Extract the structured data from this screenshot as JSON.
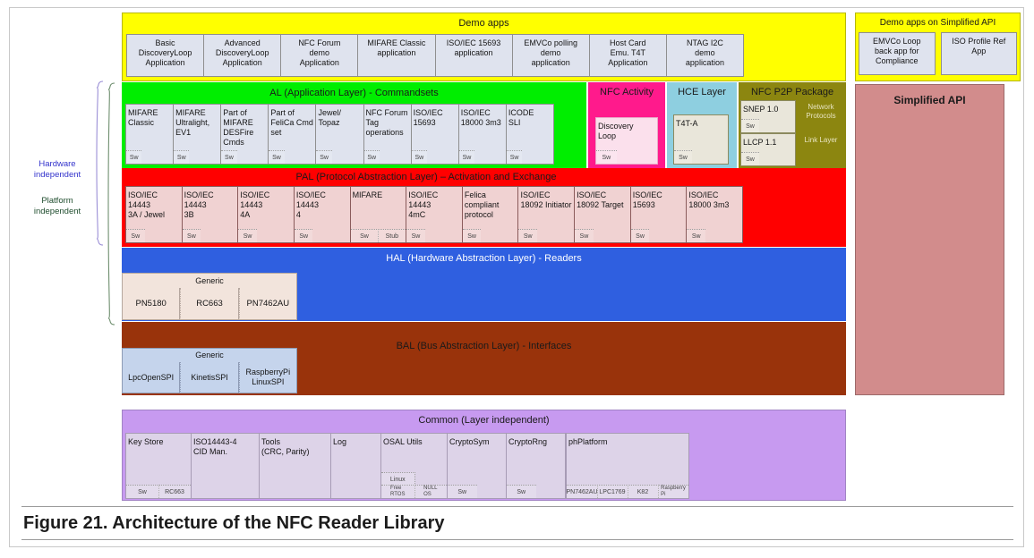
{
  "figure": {
    "caption": "Figure 21.  Architecture of the NFC Reader Library"
  },
  "annotations": {
    "hardware_independent": "Hardware\nindependent",
    "hardware_independent_line1": "Hardware",
    "hardware_independent_line2": "independent",
    "platform_independent_line1": "Platform",
    "platform_independent_line2": "independent",
    "hardware_independent_color": "#3333cc",
    "platform_independent_color": "#1f4d2e"
  },
  "colors": {
    "demo_apps": "#ffff00",
    "al_layer": "#00ee00",
    "pal_layer": "#ff0000",
    "hal_layer": "#2f5fe0",
    "bal_layer": "#99330b",
    "common_layer": "#c79af0",
    "nfc_activity": "#ff1a8c",
    "hce_layer": "#8ecfe0",
    "nfc_p2p": "#8c8610",
    "simplified_api": "#d28c8c",
    "card_fill": "#dfe3ee"
  },
  "demo_apps": {
    "title": "Demo apps",
    "items": [
      "Basic\nDiscoveryLoop\nApplication",
      "Advanced\nDiscoveryLoop\nApplication",
      "NFC Forum\ndemo\nApplication",
      "MIFARE Classic\napplication",
      "ISO/IEC 15693\napplication",
      "EMVCo polling\ndemo\napplication",
      "Host Card\nEmu. T4T\nApplication",
      "NTAG I2C\ndemo\napplication"
    ]
  },
  "demo_apps_simplified": {
    "title": "Demo apps on Simplified API",
    "items": [
      "EMVCo Loop\nback app for\nCompliance",
      "ISO Profile Ref\nApp"
    ]
  },
  "simplified_api": {
    "title": "Simplified API"
  },
  "al_layer": {
    "title": "AL (Application Layer) - Commandsets",
    "modules": [
      {
        "label": "MIFARE\nClassic",
        "tags": [
          "Sw"
        ]
      },
      {
        "label": "MIFARE\nUltralight,\nEV1",
        "tags": [
          "Sw"
        ]
      },
      {
        "label": "Part of\nMIFARE\nDESFire\nCmds",
        "tags": [
          "Sw"
        ]
      },
      {
        "label": "Part of\nFeliCa Cmd\nset",
        "tags": [
          "Sw"
        ]
      },
      {
        "label": "Jewel/\nTopaz",
        "tags": [
          "Sw"
        ]
      },
      {
        "label": "NFC Forum\nTag\noperations",
        "tags": [
          "Sw"
        ]
      },
      {
        "label": "ISO/IEC\n15693",
        "tags": [
          "Sw"
        ]
      },
      {
        "label": "ISO/IEC\n18000 3m3",
        "tags": [
          "Sw"
        ]
      },
      {
        "label": "ICODE\nSLI",
        "tags": [
          "Sw"
        ]
      }
    ]
  },
  "nfc_activity": {
    "title": "NFC Activity",
    "modules": [
      {
        "label": "Discovery\nLoop",
        "tags": [
          "Sw"
        ]
      }
    ]
  },
  "hce_layer": {
    "title": "HCE Layer",
    "modules": [
      {
        "label": "T4T-A",
        "tags": [
          "Sw"
        ]
      }
    ]
  },
  "nfc_p2p": {
    "title": "NFC P2P Package",
    "rows": [
      {
        "module": "SNEP 1.0",
        "tags": [
          "Sw"
        ],
        "side_label": "Network\nProtocols"
      },
      {
        "module": "LLCP 1.1",
        "tags": [
          "Sw"
        ],
        "side_label": "Link Layer"
      }
    ]
  },
  "pal_layer": {
    "title": "PAL (Protocol Abstraction Layer) – Activation  and Exchange",
    "modules": [
      {
        "label": "ISO/IEC\n14443\n3A / Jewel",
        "tags": [
          "Sw"
        ]
      },
      {
        "label": "ISO/IEC\n14443\n3B",
        "tags": [
          "Sw"
        ]
      },
      {
        "label": "ISO/IEC\n14443\n4A",
        "tags": [
          "Sw"
        ]
      },
      {
        "label": "ISO/IEC\n14443\n4",
        "tags": [
          "Sw"
        ]
      },
      {
        "label": "MIFARE",
        "tags": [
          "Sw",
          "Stub"
        ]
      },
      {
        "label": "ISO/IEC\n14443\n4mC",
        "tags": [
          "Sw"
        ]
      },
      {
        "label": "Felica\ncompliant\nprotocol",
        "tags": [
          "Sw"
        ]
      },
      {
        "label": "ISO/IEC\n18092 Initiator",
        "tags": [
          "Sw"
        ]
      },
      {
        "label": "ISO/IEC\n18092 Target",
        "tags": [
          "Sw"
        ]
      },
      {
        "label": "ISO/IEC\n15693",
        "tags": [
          "Sw"
        ]
      },
      {
        "label": "ISO/IEC\n18000 3m3",
        "tags": [
          "Sw"
        ]
      }
    ]
  },
  "hal_layer": {
    "title": "HAL (Hardware Abstraction Layer) - Readers",
    "group_label": "Generic",
    "modules": [
      "PN5180",
      "RC663",
      "PN7462AU"
    ]
  },
  "bal_layer": {
    "title": "BAL (Bus Abstraction Layer) - Interfaces",
    "group_label": "Generic",
    "modules": [
      "LpcOpenSPI",
      "KinetisSPI",
      "RaspberryPi\nLinuxSPI"
    ]
  },
  "common_layer": {
    "title": "Common (Layer independent)",
    "modules": [
      {
        "label": "Key Store",
        "tags": [
          "Sw",
          "RC663"
        ]
      },
      {
        "label": "ISO14443-4\nCID Man.",
        "tags": []
      },
      {
        "label": "Tools\n(CRC, Parity)",
        "tags": []
      },
      {
        "label": "Log",
        "tags": []
      },
      {
        "label": "OSAL Utils",
        "tags": [
          "Free\nRTOS",
          "NULL\nOS"
        ],
        "extra_tag": "Linux"
      },
      {
        "label": "CryptoSym",
        "tags": [
          "Sw"
        ]
      },
      {
        "label": "CryptoRng",
        "tags": [
          "Sw"
        ]
      },
      {
        "label": "phPlatform",
        "tags": [
          "PN7462AU",
          "LPC1769",
          "K82",
          "Raspberry\nPi"
        ]
      }
    ]
  }
}
